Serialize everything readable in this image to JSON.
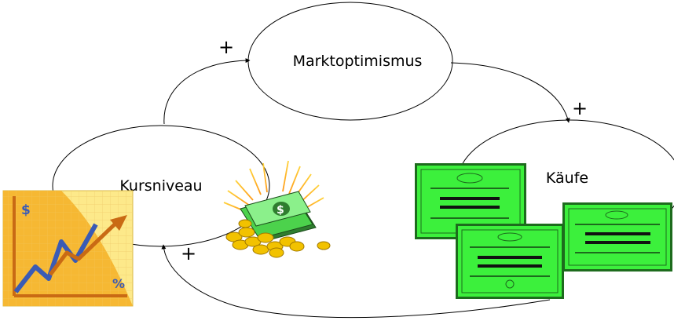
{
  "nodes": {
    "marktoptimismus": "Marktoptimismus",
    "kaeufe": "Käufe",
    "kursniveau": "Kursniveau"
  },
  "edges": {
    "kursniveau_to_marktoptimismus": "+",
    "marktoptimismus_to_kaeufe": "+",
    "kaeufe_to_kursniveau": "+"
  },
  "clipart": {
    "chart_dollar": "$",
    "chart_percent": "%",
    "note_symbol": "$",
    "icons": [
      "stock-chart-icon",
      "money-coins-icon",
      "stock-certificate-icon"
    ]
  },
  "colors": {
    "certificate_green": "#3cf03c",
    "chart_orange": "#f5b52e",
    "chart_yellow": "#fde98a",
    "arrow_orange": "#c96a14",
    "line_blue": "#3a5bb5",
    "coin_gold": "#f2c200"
  }
}
